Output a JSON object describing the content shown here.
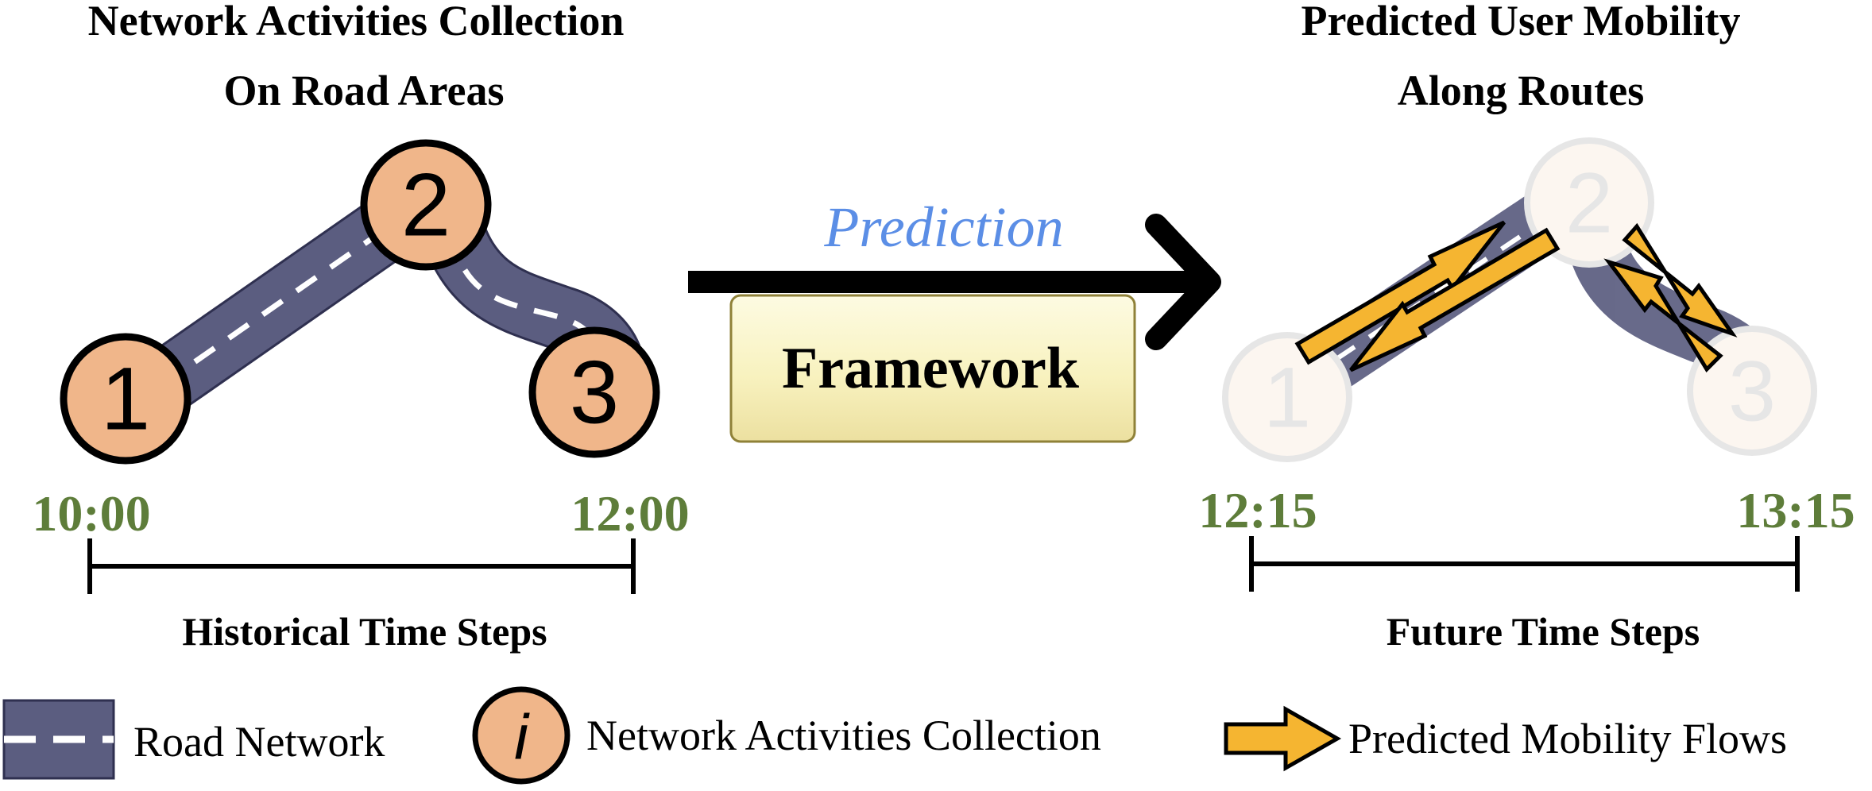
{
  "left_panel": {
    "title_line1": "Network Activities Collection",
    "title_line2": "On Road Areas",
    "nodes": [
      "1",
      "2",
      "3"
    ],
    "time_start": "10:00",
    "time_end": "12:00",
    "timeline_label": "Historical Time Steps"
  },
  "middle": {
    "arrow_label": "Prediction",
    "box_label": "Framework"
  },
  "right_panel": {
    "title_line1": "Predicted User Mobility",
    "title_line2": "Along Routes",
    "nodes": [
      "1",
      "2",
      "3"
    ],
    "time_start": "12:15",
    "time_end": "13:15",
    "timeline_label": "Future Time Steps"
  },
  "legend": {
    "road_network": "Road Network",
    "node_symbol": "i",
    "network_activities": "Network Activities Collection",
    "mobility_flows": "Predicted Mobility Flows"
  },
  "colors": {
    "road": "#5b5d80",
    "node_fill": "#f0b68a",
    "time_green": "#5e7d3a",
    "prediction_blue": "#5b8ee6",
    "arrow_fill": "#f5b531",
    "framework_box": "#f8f2bf"
  }
}
